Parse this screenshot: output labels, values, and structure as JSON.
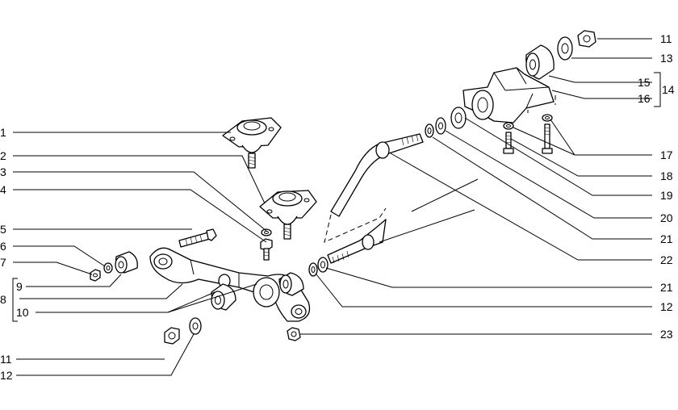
{
  "callouts": {
    "c1": "1",
    "c2": "2",
    "c3": "3",
    "c4": "4",
    "c5": "5",
    "c6": "6",
    "c7": "7",
    "c8": "8",
    "c9": "9",
    "c10": "10",
    "c11a": "11",
    "c12a": "12",
    "c11b": "11",
    "c13": "13",
    "c14": "14",
    "c15": "15",
    "c16": "16",
    "c17": "17",
    "c18": "18",
    "c19": "19",
    "c20": "20",
    "c21a": "21",
    "c22": "22",
    "c21b": "21",
    "c12b": "12",
    "c23": "23"
  }
}
